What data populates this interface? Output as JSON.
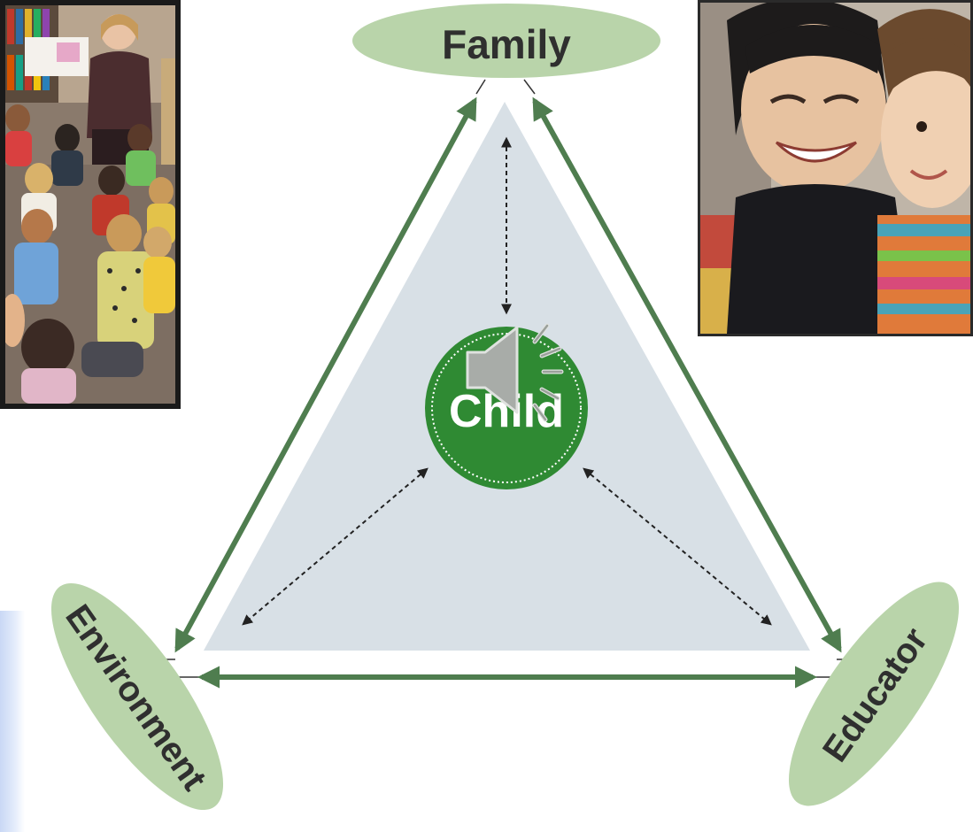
{
  "diagram": {
    "center_node": "Child",
    "nodes": {
      "top": "Family",
      "bottom_left": "Environment",
      "bottom_right": "Educator"
    }
  },
  "colors": {
    "triangle_fill": "#d8e0e6",
    "arrow_green": "#4f7d4f",
    "node_ellipse": "#b9d4aa",
    "child_circle": "#2f8a33",
    "dashed_arrow": "#222222"
  },
  "images": {
    "left_photo": "classroom-storytime-photo",
    "right_photo": "parent-and-child-photo"
  },
  "icons": {
    "audio": "speaker-icon"
  }
}
